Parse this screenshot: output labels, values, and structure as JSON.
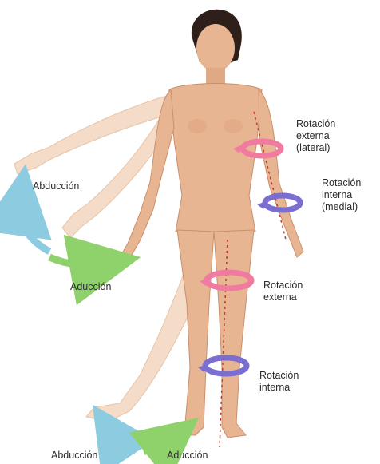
{
  "labels": {
    "rot_ext_arm": [
      "Rotación",
      "externa",
      "(lateral)"
    ],
    "rot_int_arm": [
      "Rotación",
      "interna",
      "(medial)"
    ],
    "rot_ext_leg": [
      "Rotación",
      "externa"
    ],
    "rot_int_leg": [
      "Rotación",
      "interna"
    ],
    "abd_arm": "Abducción",
    "add_arm": "Aducción",
    "abd_leg": "Abducción",
    "add_leg": "Aducción"
  },
  "colors": {
    "skin": "#e8b592",
    "skin_shadow": "#c98f6c",
    "ghost_skin": "#f4dcc8",
    "hair": "#2e1f1a",
    "abduction_arrow": "#8ccbe0",
    "adduction_arrow": "#8fd16a",
    "external_rotation": "#f07aa0",
    "internal_rotation": "#7a6fd0",
    "axis_line": "#c0392b"
  }
}
